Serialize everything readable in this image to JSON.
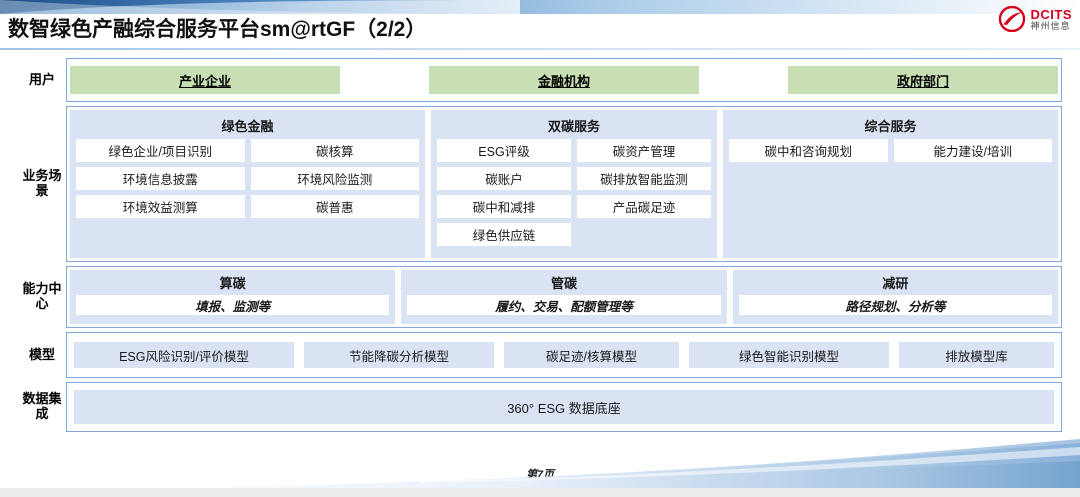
{
  "header": {
    "title": "数智绿色产融综合服务平台sm@rtGF（2/2）",
    "brand_name": "DCITS",
    "brand_sub": "神州信息",
    "brand_color": "#d9001b"
  },
  "colors": {
    "user_chip": "#c8dfb4",
    "panel": "#dae3f3",
    "border": "#7fa7d9",
    "tile": "#ffffff"
  },
  "rows": {
    "user": {
      "label": "用户",
      "chips": [
        "产业企业",
        "金融机构",
        "政府部门"
      ]
    },
    "business": {
      "label": "业务场\n景",
      "label_line1": "业务场",
      "label_line2": "景",
      "panels": [
        {
          "title": "绿色金融",
          "tiles": [
            "绿色企业/项目识别",
            "碳核算",
            "环境信息披露",
            "环境风险监测",
            "环境效益测算",
            "碳普惠"
          ]
        },
        {
          "title": "双碳服务",
          "tiles": [
            "ESG评级",
            "碳资产管理",
            "碳账户",
            "碳排放智能监测",
            "碳中和减排",
            "产品碳足迹",
            "绿色供应链"
          ]
        },
        {
          "title": "综合服务",
          "tiles": [
            "碳中和咨询规划",
            "能力建设/培训"
          ]
        }
      ]
    },
    "capability": {
      "label_line1": "能力中",
      "label_line2": "心",
      "panels": [
        {
          "title": "算碳",
          "subtitle": "填报、监测等"
        },
        {
          "title": "管碳",
          "subtitle": "履约、交易、配额管理等"
        },
        {
          "title": "减研",
          "subtitle": "路径规划、分析等"
        }
      ]
    },
    "model": {
      "label": "模型",
      "chips": [
        "ESG风险识别/评价模型",
        "节能降碳分析模型",
        "碳足迹/核算模型",
        "绿色智能识别模型",
        "排放模型库"
      ]
    },
    "data": {
      "label_line1": "数据集",
      "label_line2": "成",
      "chip": "360° ESG 数据底座"
    }
  },
  "footer": {
    "page_label": "第7页"
  }
}
